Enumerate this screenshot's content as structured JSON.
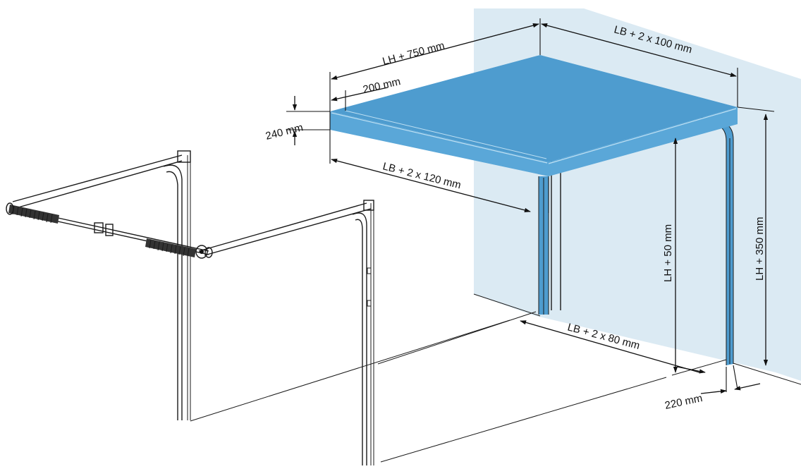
{
  "colors": {
    "wall": "#dbeaf3",
    "panel_top": "#4e9ccf",
    "panel_front": "#5aa7d8",
    "panel_edge": "#bfe0f3",
    "line": "#1a1a1a"
  },
  "labels": {
    "lh_750": "LH + 750 mm",
    "lb_2x100": "LB + 2 x 100 mm",
    "d_200": "200 mm",
    "d_240": "240 mm",
    "lb_2x120": "LB + 2 x 120 mm",
    "lh_50": "LH + 50 mm",
    "lh_350": "LH + 350 mm",
    "lb_2x80": "LB + 2 x 80 mm",
    "d_220": "220 mm"
  }
}
